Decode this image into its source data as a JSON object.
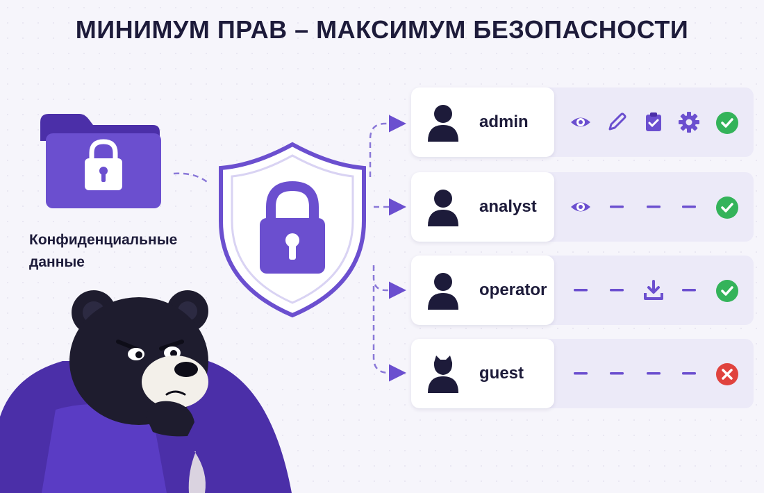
{
  "title": "МИНИМУМ ПРАВ – МАКСИМУМ БЕЗОПАСНОСТИ",
  "data_source": {
    "label": "Конфиденциальные данные"
  },
  "colors": {
    "accent": "#6b4fcf",
    "dark": "#1d1b3a",
    "allowed": "#34b35a",
    "denied": "#e0433e",
    "row_background": "#eceaf8"
  },
  "roles": [
    {
      "name": "admin",
      "permissions": [
        "view-icon",
        "edit-icon",
        "clipboard-check-icon",
        "gear-icon"
      ],
      "status": "allowed"
    },
    {
      "name": "analyst",
      "permissions": [
        "view-icon",
        "none",
        "none",
        "none"
      ],
      "status": "allowed"
    },
    {
      "name": "operator",
      "permissions": [
        "none",
        "none",
        "download-icon",
        "none"
      ],
      "status": "allowed"
    },
    {
      "name": "guest",
      "permissions": [
        "none",
        "none",
        "none",
        "none"
      ],
      "status": "denied"
    }
  ]
}
